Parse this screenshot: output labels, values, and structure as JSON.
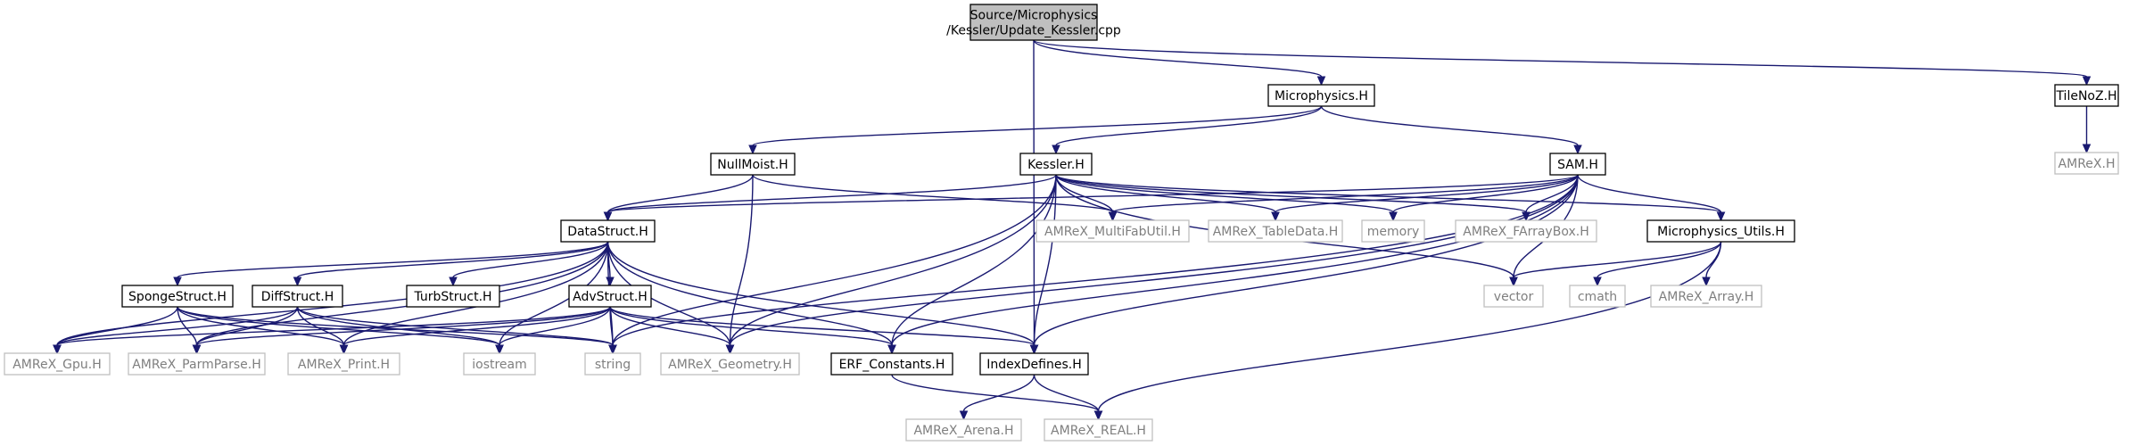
{
  "colors": {
    "edge": "#191970",
    "root_fill": "#bfbfbf",
    "box_stroke": "#000000",
    "external_stroke": "#bfbfbf",
    "external_text": "#7f7f7f",
    "text": "#000000"
  },
  "nodes": [
    {
      "id": "root",
      "lines": [
        "Source/Microphysics",
        "/Kessler/Update_Kessler.cpp"
      ],
      "kind": "root"
    },
    {
      "id": "microphysics",
      "lines": [
        "Microphysics.H"
      ],
      "kind": "internal"
    },
    {
      "id": "tilenoz",
      "lines": [
        "TileNoZ.H"
      ],
      "kind": "internal"
    },
    {
      "id": "amrex_h",
      "lines": [
        "AMReX.H"
      ],
      "kind": "external"
    },
    {
      "id": "nullmoist",
      "lines": [
        "NullMoist.H"
      ],
      "kind": "internal"
    },
    {
      "id": "kessler",
      "lines": [
        "Kessler.H"
      ],
      "kind": "internal"
    },
    {
      "id": "sam",
      "lines": [
        "SAM.H"
      ],
      "kind": "internal"
    },
    {
      "id": "datastruct",
      "lines": [
        "DataStruct.H"
      ],
      "kind": "internal"
    },
    {
      "id": "multifabutil",
      "lines": [
        "AMReX_MultiFabUtil.H"
      ],
      "kind": "external"
    },
    {
      "id": "tabledata",
      "lines": [
        "AMReX_TableData.H"
      ],
      "kind": "external"
    },
    {
      "id": "memory",
      "lines": [
        "memory"
      ],
      "kind": "external"
    },
    {
      "id": "farraybox",
      "lines": [
        "AMReX_FArrayBox.H"
      ],
      "kind": "external"
    },
    {
      "id": "microutils",
      "lines": [
        "Microphysics_Utils.H"
      ],
      "kind": "internal"
    },
    {
      "id": "spongestruct",
      "lines": [
        "SpongeStruct.H"
      ],
      "kind": "internal"
    },
    {
      "id": "diffstruct",
      "lines": [
        "DiffStruct.H"
      ],
      "kind": "internal"
    },
    {
      "id": "turbstruct",
      "lines": [
        "TurbStruct.H"
      ],
      "kind": "internal"
    },
    {
      "id": "advstruct",
      "lines": [
        "AdvStruct.H"
      ],
      "kind": "internal"
    },
    {
      "id": "vector",
      "lines": [
        "vector"
      ],
      "kind": "external"
    },
    {
      "id": "cmath",
      "lines": [
        "cmath"
      ],
      "kind": "external"
    },
    {
      "id": "amrex_array",
      "lines": [
        "AMReX_Array.H"
      ],
      "kind": "external"
    },
    {
      "id": "amrex_gpu",
      "lines": [
        "AMReX_Gpu.H"
      ],
      "kind": "external"
    },
    {
      "id": "parmparse",
      "lines": [
        "AMReX_ParmParse.H"
      ],
      "kind": "external"
    },
    {
      "id": "amrex_print",
      "lines": [
        "AMReX_Print.H"
      ],
      "kind": "external"
    },
    {
      "id": "iostream",
      "lines": [
        "iostream"
      ],
      "kind": "external"
    },
    {
      "id": "string",
      "lines": [
        "string"
      ],
      "kind": "external"
    },
    {
      "id": "geometry",
      "lines": [
        "AMReX_Geometry.H"
      ],
      "kind": "external"
    },
    {
      "id": "erf_constants",
      "lines": [
        "ERF_Constants.H"
      ],
      "kind": "internal"
    },
    {
      "id": "indexdefines",
      "lines": [
        "IndexDefines.H"
      ],
      "kind": "internal"
    },
    {
      "id": "amrex_arena",
      "lines": [
        "AMReX_Arena.H"
      ],
      "kind": "external"
    },
    {
      "id": "amrex_real",
      "lines": [
        "AMReX_REAL.H"
      ],
      "kind": "external"
    }
  ],
  "edges": [
    [
      "root",
      "microphysics"
    ],
    [
      "root",
      "tilenoz"
    ],
    [
      "root",
      "indexdefines"
    ],
    [
      "tilenoz",
      "amrex_h"
    ],
    [
      "microphysics",
      "nullmoist"
    ],
    [
      "microphysics",
      "kessler"
    ],
    [
      "microphysics",
      "sam"
    ],
    [
      "nullmoist",
      "datastruct"
    ],
    [
      "nullmoist",
      "multifabutil"
    ],
    [
      "nullmoist",
      "geometry"
    ],
    [
      "kessler",
      "datastruct"
    ],
    [
      "kessler",
      "multifabutil"
    ],
    [
      "kessler",
      "tabledata"
    ],
    [
      "kessler",
      "memory"
    ],
    [
      "kessler",
      "farraybox"
    ],
    [
      "kessler",
      "microutils"
    ],
    [
      "kessler",
      "vector"
    ],
    [
      "kessler",
      "string"
    ],
    [
      "kessler",
      "geometry"
    ],
    [
      "kessler",
      "erf_constants"
    ],
    [
      "kessler",
      "indexdefines"
    ],
    [
      "sam",
      "datastruct"
    ],
    [
      "sam",
      "multifabutil"
    ],
    [
      "sam",
      "tabledata"
    ],
    [
      "sam",
      "memory"
    ],
    [
      "sam",
      "farraybox"
    ],
    [
      "sam",
      "microutils"
    ],
    [
      "sam",
      "vector"
    ],
    [
      "sam",
      "string"
    ],
    [
      "sam",
      "geometry"
    ],
    [
      "sam",
      "erf_constants"
    ],
    [
      "sam",
      "indexdefines"
    ],
    [
      "datastruct",
      "spongestruct"
    ],
    [
      "datastruct",
      "diffstruct"
    ],
    [
      "datastruct",
      "turbstruct"
    ],
    [
      "datastruct",
      "advstruct"
    ],
    [
      "datastruct",
      "amrex_gpu"
    ],
    [
      "datastruct",
      "parmparse"
    ],
    [
      "datastruct",
      "amrex_print"
    ],
    [
      "datastruct",
      "iostream"
    ],
    [
      "datastruct",
      "string"
    ],
    [
      "datastruct",
      "geometry"
    ],
    [
      "datastruct",
      "erf_constants"
    ],
    [
      "datastruct",
      "indexdefines"
    ],
    [
      "microutils",
      "vector"
    ],
    [
      "microutils",
      "cmath"
    ],
    [
      "microutils",
      "amrex_array"
    ],
    [
      "microutils",
      "amrex_real"
    ],
    [
      "spongestruct",
      "amrex_gpu"
    ],
    [
      "spongestruct",
      "parmparse"
    ],
    [
      "spongestruct",
      "amrex_print"
    ],
    [
      "spongestruct",
      "iostream"
    ],
    [
      "spongestruct",
      "string"
    ],
    [
      "diffstruct",
      "amrex_gpu"
    ],
    [
      "diffstruct",
      "parmparse"
    ],
    [
      "diffstruct",
      "amrex_print"
    ],
    [
      "diffstruct",
      "iostream"
    ],
    [
      "diffstruct",
      "string"
    ],
    [
      "advstruct",
      "amrex_gpu"
    ],
    [
      "advstruct",
      "parmparse"
    ],
    [
      "advstruct",
      "amrex_print"
    ],
    [
      "advstruct",
      "iostream"
    ],
    [
      "advstruct",
      "string"
    ],
    [
      "advstruct",
      "geometry"
    ],
    [
      "advstruct",
      "erf_constants"
    ],
    [
      "advstruct",
      "indexdefines"
    ],
    [
      "erf_constants",
      "amrex_real"
    ],
    [
      "indexdefines",
      "amrex_arena"
    ],
    [
      "indexdefines",
      "amrex_real"
    ]
  ]
}
